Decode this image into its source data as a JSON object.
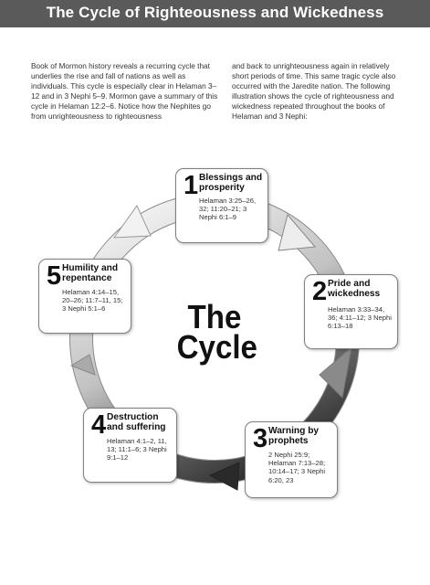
{
  "header": {
    "title": "The Cycle of Righteousness and Wickedness",
    "bg_color": "#5a5a5a",
    "text_color": "#ffffff"
  },
  "intro": {
    "left_column": "Book of Mormon history reveals a recurring cycle that underlies the rise and fall of nations as well as individuals. This cycle is especially clear in Helaman 3–12 and in 3 Nephi 5–9. Mormon gave a summary of this cycle in Helaman 12:2–6. Notice how the Nephites go from unrighteousness to righteousness",
    "right_column": "and back to unrighteousness again in relatively short periods of time. This same tragic cycle also occurred with the Jaredite nation. The following illustration shows the cycle of righteousness and wickedness repeated throughout the books of Helaman and 3 Nephi:"
  },
  "diagram": {
    "center_title": "The Cycle",
    "steps": [
      {
        "number": "1",
        "heading": "Blessings and prosperity",
        "references": "Helaman 3:25–26, 32; 11:20–21; 3 Nephi 6:1–9"
      },
      {
        "number": "2",
        "heading": "Pride and wickedness",
        "references": "Helaman 3:33–34, 36; 4:11–12; 3 Nephi 6:13–18"
      },
      {
        "number": "3",
        "heading": "Warning by prophets",
        "references": "2 Nephi 25:9; Helaman 7:13–28; 10:14–17; 3 Nephi 6:20, 23"
      },
      {
        "number": "4",
        "heading": "Destruction and suffering",
        "references": "Helaman 4:1–2, 11, 13; 11:1–6; 3 Nephi 9:1–12"
      },
      {
        "number": "5",
        "heading": "Humility and repentance",
        "references": "Helaman 4:14–15, 20–26; 11:7–11, 15; 3 Nephi 5:1–6"
      }
    ],
    "ring_colors": {
      "light": "#f2f2f2",
      "dark": "#262626",
      "outline": "#9a9a9a"
    }
  }
}
